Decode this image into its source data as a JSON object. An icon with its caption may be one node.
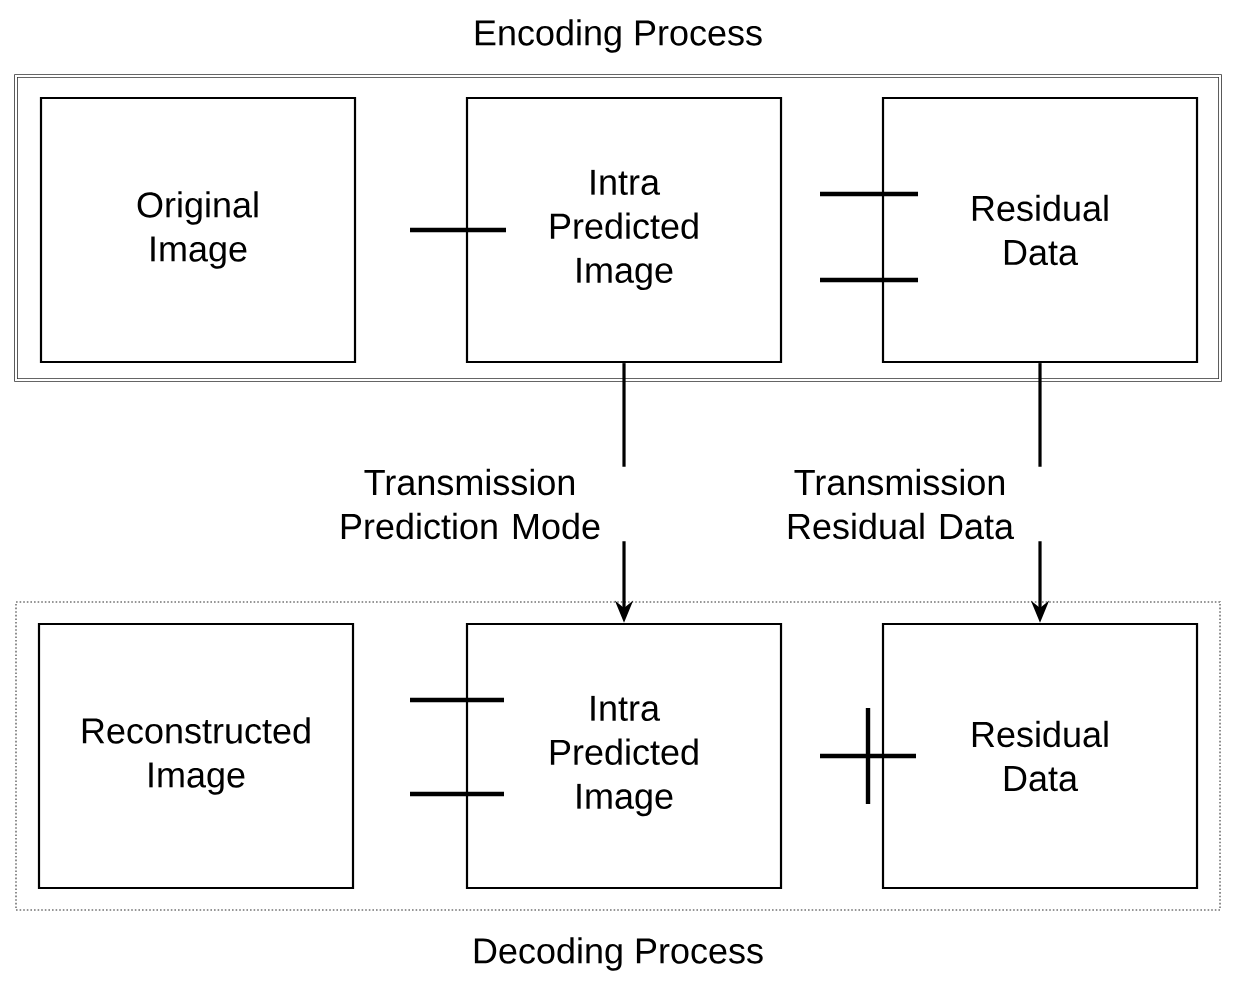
{
  "diagram": {
    "nodes": [
      {
        "text": [
          "Encoding Process"
        ]
      },
      {
        "text": [
          "Original Image"
        ],
        "in": 0
      },
      {
        "text": [
          "Intra Predicted Image"
        ],
        "in": 0
      },
      {
        "text": [
          "Residual Data"
        ],
        "in": 0
      },
      {
        "text": [
          "Decoding Process"
        ]
      },
      {
        "text": [
          "Reconstructed Image"
        ],
        "in": 4
      },
      {
        "text": [
          "Intra Predicted Image"
        ],
        "in": 4
      },
      {
        "text": [
          "Residual Data"
        ],
        "in": 4
      }
    ],
    "edges": [
      {
        "from": 2,
        "to": 6,
        "arrow": "to",
        "label": "Transmission Prediction Mode"
      },
      {
        "from": 3,
        "to": 7,
        "arrow": "to",
        "label": "Transmission Residual Data"
      }
    ]
  }
}
